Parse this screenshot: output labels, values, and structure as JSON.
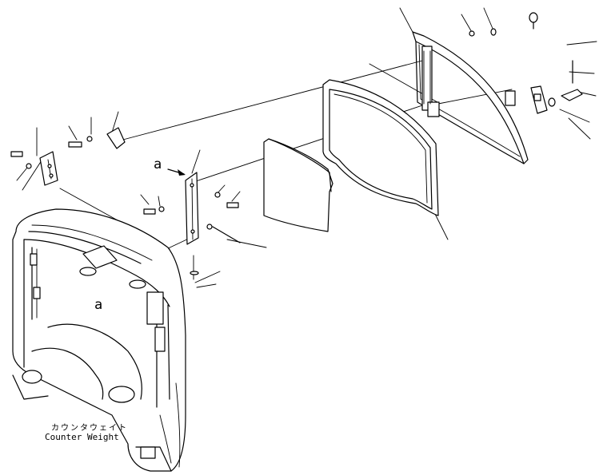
{
  "diagram": {
    "callout_letter_top": "a",
    "callout_letter_main": "a",
    "caption_jp": "カウンタウェイト",
    "caption_en": "Counter Weight",
    "colors": {
      "line": "#000000",
      "background": "#ffffff"
    }
  }
}
